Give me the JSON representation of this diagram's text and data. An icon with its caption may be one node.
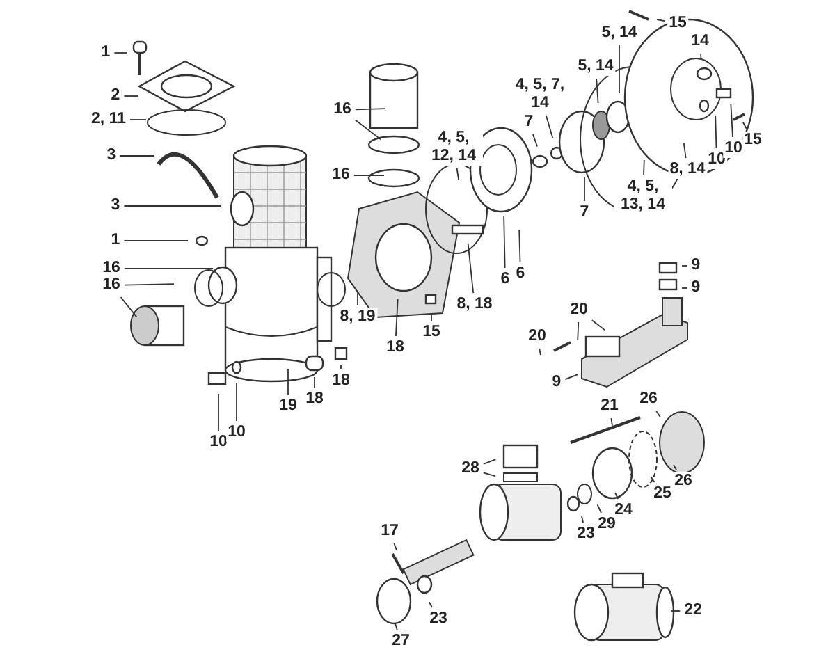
{
  "diagram": {
    "nodes": [
      {
        "text": [
          "1"
        ]
      },
      {
        "text": [
          "2"
        ]
      },
      {
        "text": [
          "2, 11"
        ]
      },
      {
        "text": [
          "3"
        ]
      },
      {
        "text": [
          "3"
        ]
      },
      {
        "text": [
          "1"
        ]
      },
      {
        "text": [
          "16"
        ]
      },
      {
        "text": [
          "16"
        ]
      },
      {
        "text": [
          "16"
        ]
      },
      {
        "text": [
          "16"
        ]
      },
      {
        "text": [
          "8, 19"
        ]
      },
      {
        "text": [
          "18"
        ]
      },
      {
        "text": [
          "19"
        ]
      },
      {
        "text": [
          "18"
        ]
      },
      {
        "text": [
          "18"
        ]
      },
      {
        "text": [
          "10"
        ]
      },
      {
        "text": [
          "10"
        ]
      },
      {
        "text": [
          "15"
        ]
      },
      {
        "text": [
          "8, 18"
        ]
      },
      {
        "text": [
          "6"
        ]
      },
      {
        "text": [
          "6"
        ]
      },
      {
        "text": [
          "4, 5, 12, 14"
        ]
      },
      {
        "text": [
          "7"
        ]
      },
      {
        "text": [
          "4, 5, 7, 14"
        ]
      },
      {
        "text": [
          "7"
        ]
      },
      {
        "text": [
          "5, 14"
        ]
      },
      {
        "text": [
          "5, 14"
        ]
      },
      {
        "text": [
          "15"
        ]
      },
      {
        "text": [
          "14"
        ]
      },
      {
        "text": [
          "4, 5, 13, 14"
        ]
      },
      {
        "text": [
          "8, 14"
        ]
      },
      {
        "text": [
          "10"
        ]
      },
      {
        "text": [
          "10"
        ]
      },
      {
        "text": [
          "15"
        ]
      },
      {
        "text": [
          "9"
        ]
      },
      {
        "text": [
          "9"
        ]
      },
      {
        "text": [
          "20"
        ]
      },
      {
        "text": [
          "20"
        ]
      },
      {
        "text": [
          "9"
        ]
      },
      {
        "text": [
          "21"
        ]
      },
      {
        "text": [
          "26"
        ]
      },
      {
        "text": [
          "26"
        ]
      },
      {
        "text": [
          "28"
        ]
      },
      {
        "text": [
          "25"
        ]
      },
      {
        "text": [
          "24"
        ]
      },
      {
        "text": [
          "29"
        ]
      },
      {
        "text": [
          "23"
        ]
      },
      {
        "text": [
          "17"
        ]
      },
      {
        "text": [
          "23"
        ]
      },
      {
        "text": [
          "27"
        ]
      },
      {
        "text": [
          "22"
        ]
      }
    ],
    "edges": [
      {
        "from": 0,
        "to": null,
        "arrow": "none"
      },
      {
        "from": 1,
        "to": null,
        "arrow": "none"
      },
      {
        "from": 2,
        "to": null,
        "arrow": "none"
      },
      {
        "from": 3,
        "to": null,
        "arrow": "none"
      },
      {
        "from": 4,
        "to": null,
        "arrow": "none"
      },
      {
        "from": 5,
        "to": null,
        "arrow": "none"
      },
      {
        "from": 6,
        "to": null,
        "arrow": "none"
      },
      {
        "from": 7,
        "to": null,
        "arrow": "none"
      },
      {
        "from": 8,
        "to": null,
        "arrow": "none"
      },
      {
        "from": 9,
        "to": null,
        "arrow": "none"
      },
      {
        "from": 10,
        "to": null,
        "arrow": "none"
      },
      {
        "from": 11,
        "to": null,
        "arrow": "none"
      },
      {
        "from": 12,
        "to": null,
        "arrow": "none"
      },
      {
        "from": 13,
        "to": null,
        "arrow": "none"
      },
      {
        "from": 14,
        "to": null,
        "arrow": "none"
      },
      {
        "from": 15,
        "to": null,
        "arrow": "none"
      },
      {
        "from": 16,
        "to": null,
        "arrow": "none"
      },
      {
        "from": 17,
        "to": null,
        "arrow": "none"
      },
      {
        "from": 18,
        "to": null,
        "arrow": "none"
      },
      {
        "from": 19,
        "to": null,
        "arrow": "none"
      },
      {
        "from": 20,
        "to": null,
        "arrow": "none"
      },
      {
        "from": 21,
        "to": null,
        "arrow": "none"
      },
      {
        "from": 22,
        "to": null,
        "arrow": "none"
      },
      {
        "from": 23,
        "to": null,
        "arrow": "none"
      },
      {
        "from": 24,
        "to": null,
        "arrow": "none"
      },
      {
        "from": 25,
        "to": null,
        "arrow": "none"
      },
      {
        "from": 26,
        "to": null,
        "arrow": "none"
      },
      {
        "from": 27,
        "to": null,
        "arrow": "none"
      },
      {
        "from": 28,
        "to": null,
        "arrow": "none"
      },
      {
        "from": 29,
        "to": null,
        "arrow": "none"
      },
      {
        "from": 30,
        "to": null,
        "arrow": "none"
      },
      {
        "from": 31,
        "to": null,
        "arrow": "none"
      },
      {
        "from": 32,
        "to": null,
        "arrow": "none"
      },
      {
        "from": 33,
        "to": null,
        "arrow": "none"
      },
      {
        "from": 34,
        "to": null,
        "arrow": "none"
      },
      {
        "from": 35,
        "to": null,
        "arrow": "none"
      },
      {
        "from": 36,
        "to": null,
        "arrow": "none"
      },
      {
        "from": 37,
        "to": null,
        "arrow": "none"
      },
      {
        "from": 38,
        "to": null,
        "arrow": "none"
      },
      {
        "from": 39,
        "to": null,
        "arrow": "none"
      },
      {
        "from": 40,
        "to": null,
        "arrow": "none"
      },
      {
        "from": 41,
        "to": null,
        "arrow": "none"
      },
      {
        "from": 42,
        "to": null,
        "arrow": "none"
      },
      {
        "from": 43,
        "to": null,
        "arrow": "none"
      },
      {
        "from": 44,
        "to": null,
        "arrow": "none"
      },
      {
        "from": 45,
        "to": null,
        "arrow": "none"
      },
      {
        "from": 46,
        "to": null,
        "arrow": "none"
      },
      {
        "from": 47,
        "to": null,
        "arrow": "none"
      },
      {
        "from": 48,
        "to": null,
        "arrow": "none"
      },
      {
        "from": 49,
        "to": null,
        "arrow": "none"
      },
      {
        "from": 50,
        "to": null,
        "arrow": "none"
      },
      {
        "from": 7,
        "to": null,
        "arrow": "none"
      },
      {
        "from": 8,
        "to": null,
        "arrow": "none"
      },
      {
        "from": 37,
        "to": null,
        "arrow": "none"
      },
      {
        "from": 42,
        "to": null,
        "arrow": "none"
      }
    ]
  }
}
